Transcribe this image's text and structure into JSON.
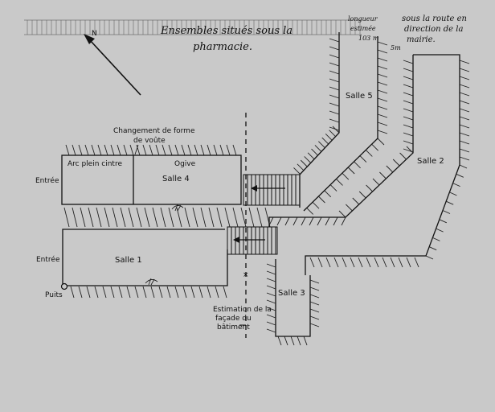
{
  "header": {
    "title_line1": "Ensembles situés sous la",
    "title_line2": "pharmacie.",
    "north": "N"
  },
  "notes": {
    "length_line1": "longueur",
    "length_line2": "estimée",
    "length_value": "103 m",
    "scale": "5m",
    "direction_line1": "sous la route en",
    "direction_line2": "direction de la",
    "direction_line3": "mairie."
  },
  "rooms": {
    "salle1": "Salle 1",
    "salle2": "Salle 2",
    "salle3": "Salle 3",
    "salle4": "Salle 4",
    "salle5": "Salle 5",
    "arc": "Arc plein cintre",
    "ogive": "Ogive"
  },
  "labels": {
    "entree_top": "Entrée",
    "entree_bottom": "Entrée",
    "puits": "Puits",
    "change_line1": "Changement de forme",
    "change_line2": "de voûte",
    "facade_line1": "Estimation de la",
    "facade_line2": "façade du",
    "facade_line3": "bâtiment"
  }
}
